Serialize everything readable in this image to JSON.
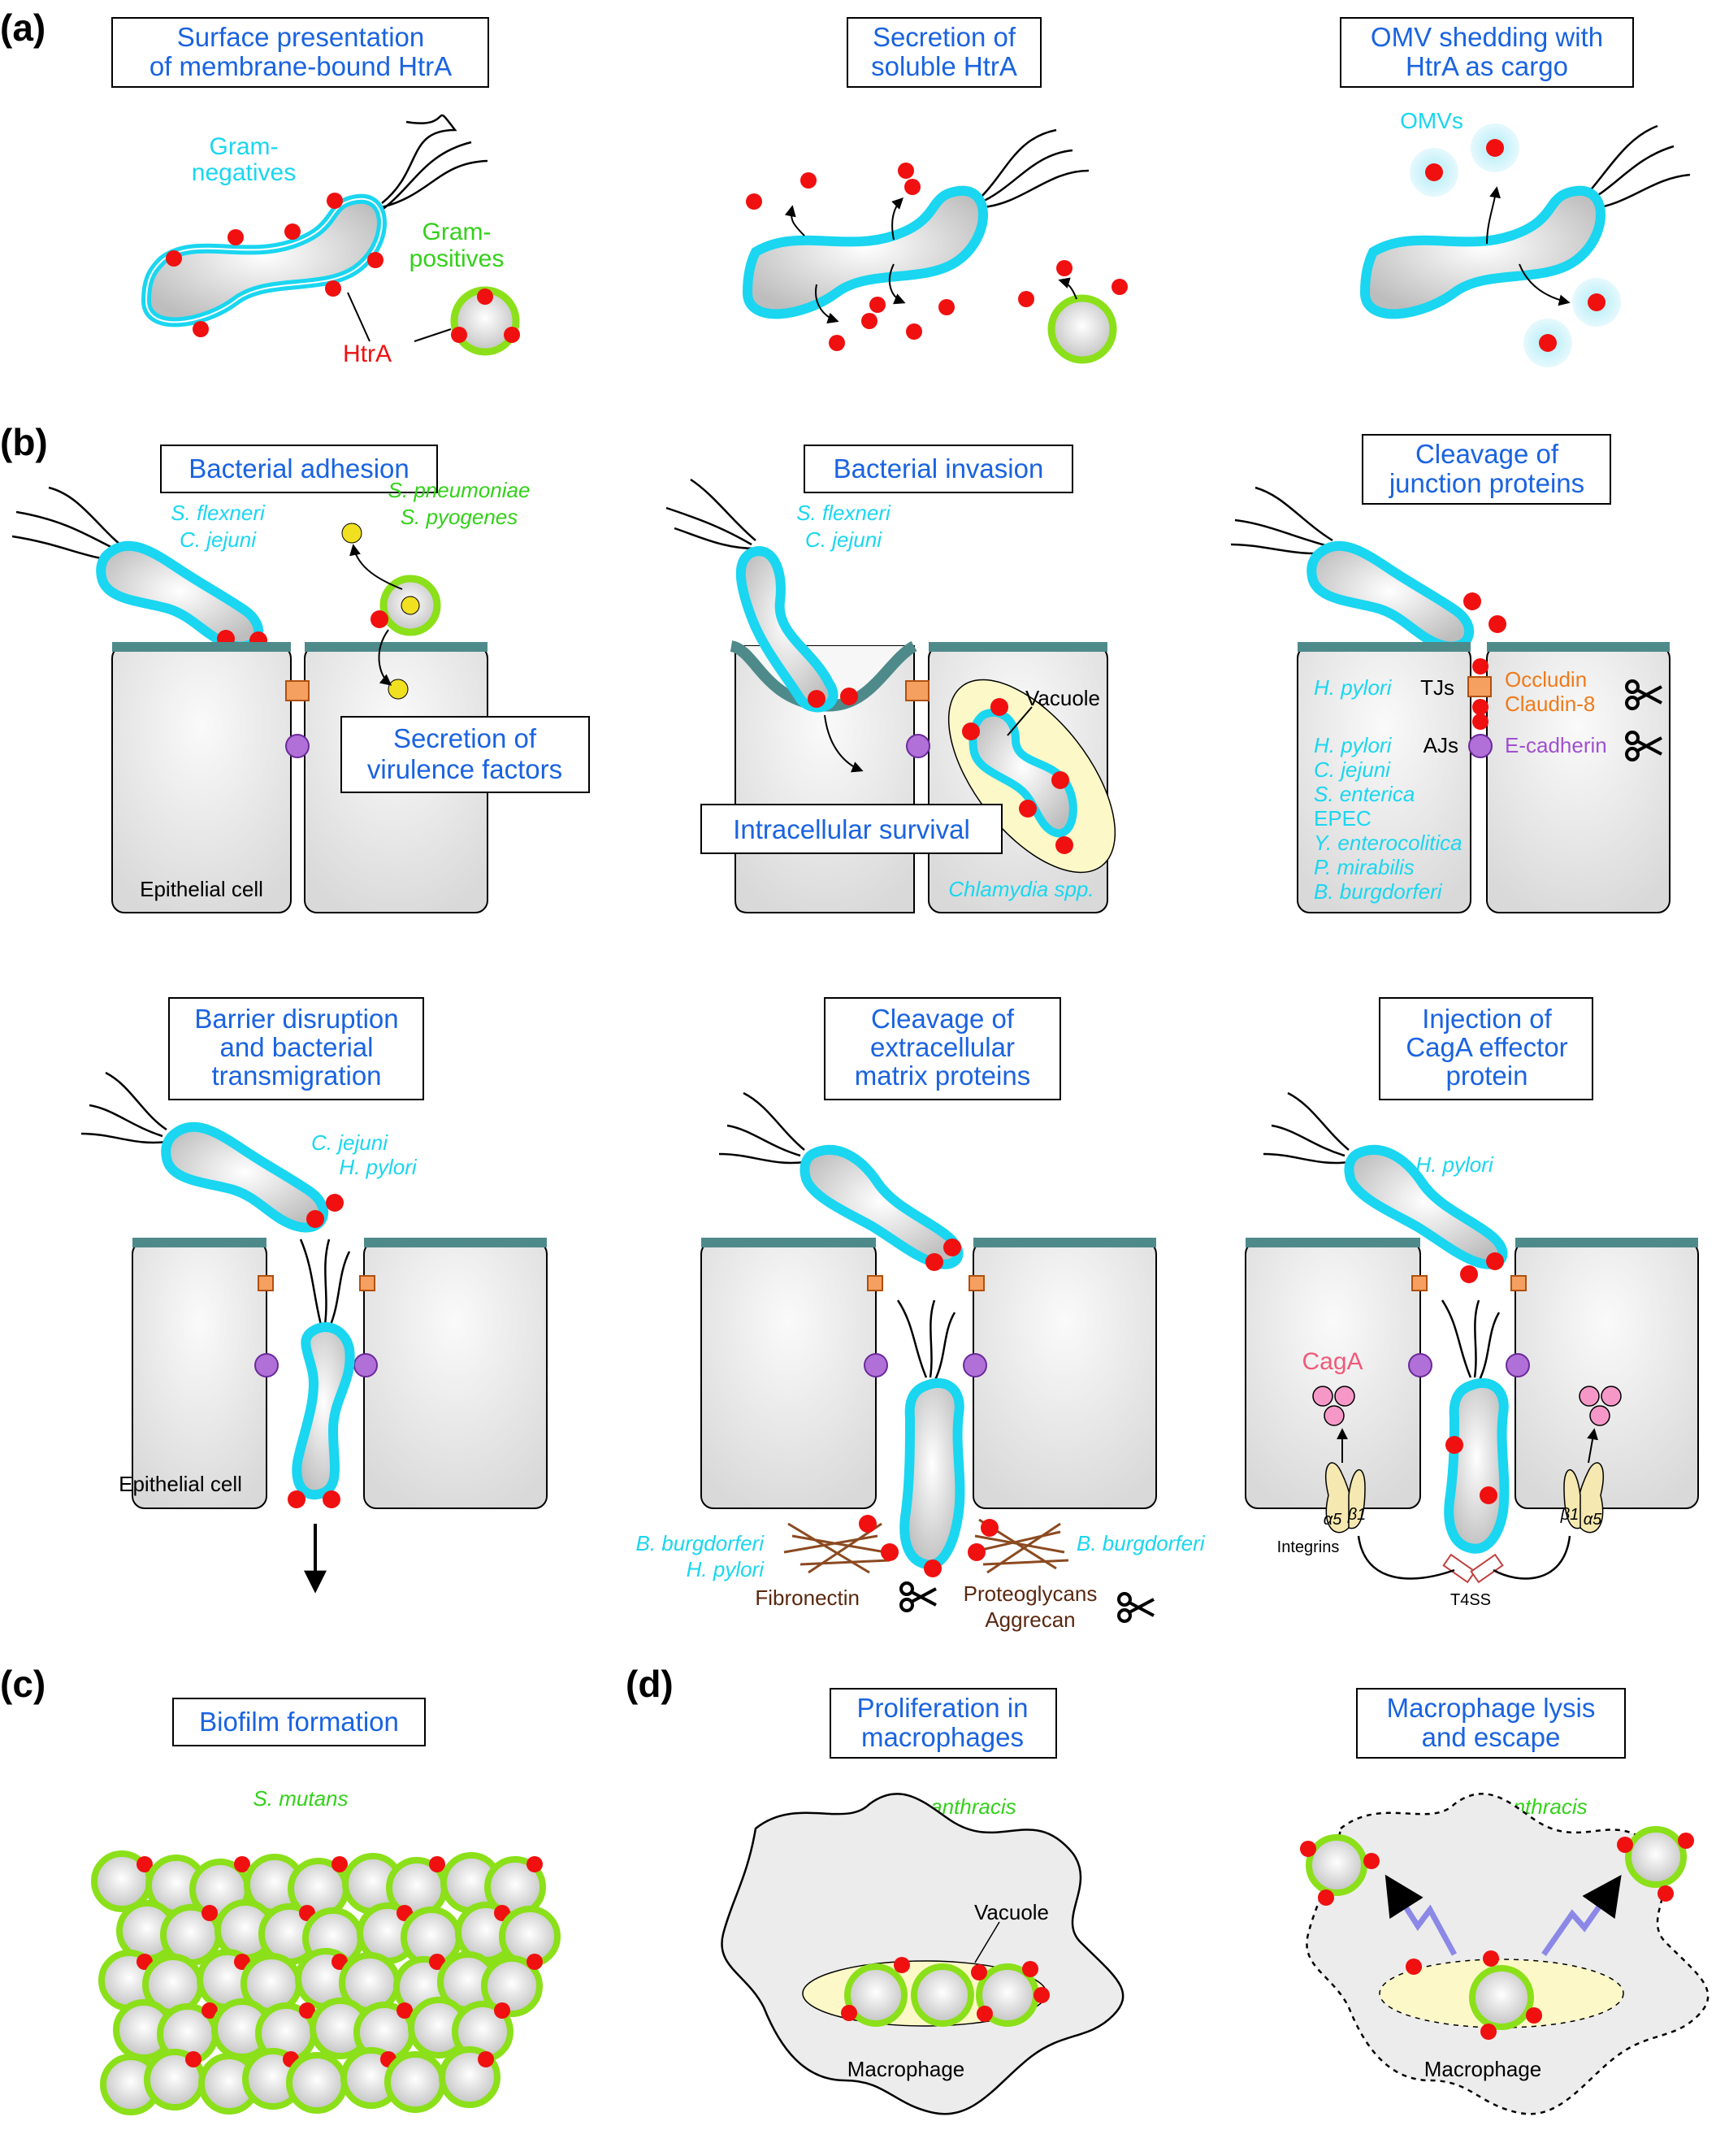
{
  "panels": {
    "a": {
      "label": "(a)",
      "surface": {
        "title": [
          "Surface presentation",
          "of membrane-bound HtrA"
        ],
        "gram_neg": [
          "Gram-",
          "negatives"
        ],
        "gram_pos": [
          "Gram-",
          "positives"
        ],
        "htra": "HtrA"
      },
      "secretion": {
        "title": [
          "Secretion of",
          "soluble HtrA"
        ]
      },
      "omv": {
        "title": [
          "OMV shedding with",
          "HtrA as cargo"
        ],
        "omvs": "OMVs"
      }
    },
    "b": {
      "label": "(b)",
      "adhesion": {
        "title": "Bacterial adhesion",
        "species_neg": [
          "S. flexneri",
          "C. jejuni"
        ],
        "species_pos": [
          "S. pneumoniae",
          "S. pyogenes"
        ],
        "virulence": [
          "Secretion of",
          "virulence factors"
        ],
        "cell": "Epithelial cell"
      },
      "invasion": {
        "title": "Bacterial invasion",
        "species": [
          "S. flexneri",
          "C. jejuni"
        ],
        "vacuole": "Vacuole",
        "survival": "Intracellular survival",
        "chlamydia": "Chlamydia spp."
      },
      "junction": {
        "title": [
          "Cleavage of",
          "junction proteins"
        ],
        "tjs": "TJs",
        "ajs": "AJs",
        "occludin": "Occludin",
        "claudin": "Claudin-8",
        "ecadherin": "E-cadherin",
        "species": [
          "H. pylori",
          "H. pylori",
          "C. jejuni",
          "S. enterica",
          "EPEC",
          "Y. enterocolitica",
          "P. mirabilis",
          "B. burgdorferi"
        ]
      },
      "barrier": {
        "title": [
          "Barrier disruption",
          "and bacterial",
          "transmigration"
        ],
        "species": [
          "C. jejuni",
          "H. pylori"
        ],
        "cell": "Epithelial cell"
      },
      "ecm": {
        "title": [
          "Cleavage of",
          "extracellular",
          "matrix proteins"
        ],
        "species_left": [
          "B. burgdorferi",
          "H. pylori"
        ],
        "species_right": "B. burgdorferi",
        "fibronectin": "Fibronectin",
        "proteoglycans": "Proteoglycans",
        "aggrecan": "Aggrecan"
      },
      "caga": {
        "title": [
          "Injection of",
          "CagA effector",
          "protein"
        ],
        "species": "H. pylori",
        "caga": "CagA",
        "integrins": "Integrins",
        "t4ss": "T4SS",
        "alpha": "α5",
        "beta": "β1"
      }
    },
    "c": {
      "label": "(c)",
      "title": "Biofilm formation",
      "species": "S. mutans"
    },
    "d": {
      "label": "(d)",
      "prolif": {
        "title": [
          "Proliferation in",
          "macrophages"
        ],
        "species": "B. anthracis",
        "vacuole": "Vacuole",
        "macrophage": "Macrophage"
      },
      "lysis": {
        "title": [
          "Macrophage lysis",
          "and escape"
        ],
        "species": "B. anthracis",
        "macrophage": "Macrophage"
      }
    }
  },
  "colors": {
    "title_blue": "#1a63e0",
    "gram_neg_cyan": "#1ad6f0",
    "gram_pos_green": "#8be01a",
    "htra_red": "#f01010",
    "tj_orange": "#f07a1a",
    "aj_purple": "#a050d0",
    "caga_pink": "#f070b0",
    "ecm_brown": "#8b4a20"
  }
}
